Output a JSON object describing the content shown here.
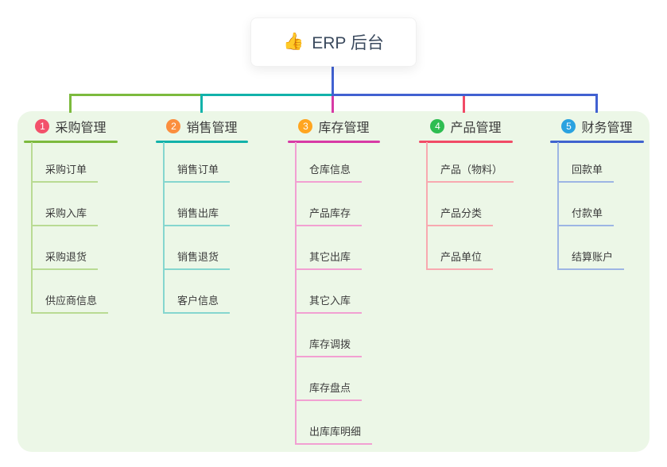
{
  "root": {
    "icon": "👍",
    "title": "ERP 后台"
  },
  "branches": [
    {
      "index": "1",
      "label": "采购管理",
      "badge_color": "#f3516b",
      "line_color": "#7cba3d",
      "child_line_color": "#b9db93",
      "children": [
        "采购订单",
        "采购入库",
        "采购退货",
        "供应商信息"
      ]
    },
    {
      "index": "2",
      "label": "销售管理",
      "badge_color": "#fb8e3e",
      "line_color": "#12b2aa",
      "child_line_color": "#85d6cf",
      "children": [
        "销售订单",
        "销售出库",
        "销售退货",
        "客户信息"
      ]
    },
    {
      "index": "3",
      "label": "库存管理",
      "badge_color": "#ffa51f",
      "line_color": "#d73aa5",
      "child_line_color": "#f2a0d2",
      "children": [
        "仓库信息",
        "产品库存",
        "其它出库",
        "其它入库",
        "库存调拨",
        "库存盘点",
        "出库库明细"
      ]
    },
    {
      "index": "4",
      "label": "产品管理",
      "badge_color": "#2ebd51",
      "line_color": "#f14b66",
      "child_line_color": "#f8a9b0",
      "children": [
        "产品（物料）",
        "产品分类",
        "产品单位"
      ]
    },
    {
      "index": "5",
      "label": "财务管理",
      "badge_color": "#2aa2e0",
      "line_color": "#3f63cf",
      "child_line_color": "#9db5e4",
      "children": [
        "回款单",
        "付款单",
        "结算账户"
      ]
    }
  ],
  "colors": {
    "panel_background": "#ecf7e7",
    "root_connector": "#4161d1",
    "text": "#3b3b3b"
  }
}
